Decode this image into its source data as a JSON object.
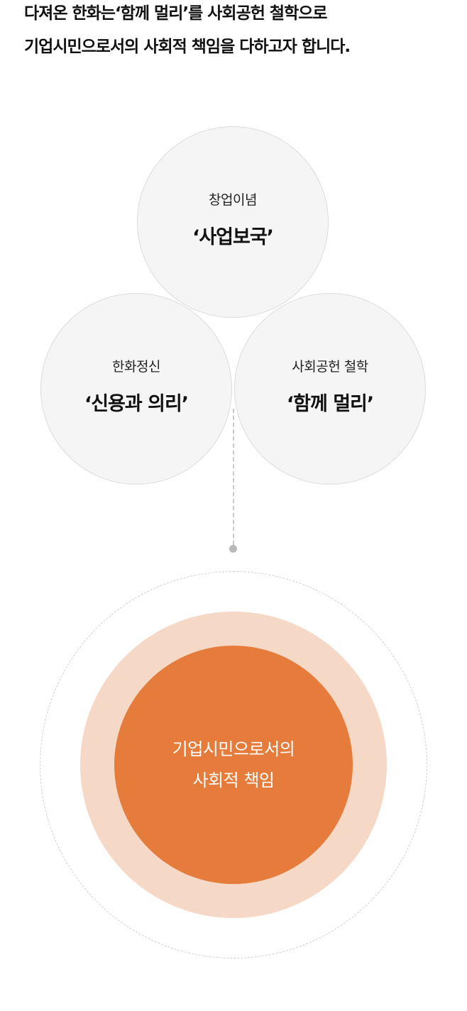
{
  "intro": {
    "line1": "다져온 한화는‘함께 멀리’를 사회공헌 철학으로",
    "line2": "기업시민으로서의 사회적 책임을 다하고자 합니다."
  },
  "circles": {
    "top": {
      "label": "창업이념",
      "value": "‘사업보국’"
    },
    "left": {
      "label": "한화정신",
      "value": "‘신용과 의리’"
    },
    "right": {
      "label": "사회공헌 철학",
      "value": "‘함께 멀리’"
    }
  },
  "core": {
    "line1": "기업시민으로서의",
    "line2": "사회적 책임"
  },
  "colors": {
    "core": "#e57c3c",
    "mid_ring": "#f6d8c6",
    "circle_bg": "#f5f5f5"
  }
}
